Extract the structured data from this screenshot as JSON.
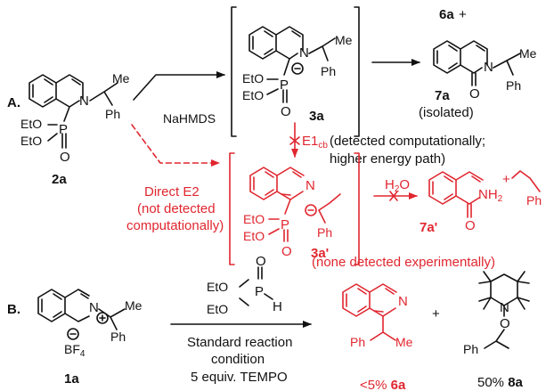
{
  "panels": {
    "a": "A.",
    "b": "B."
  },
  "compounds": {
    "c2a": "2a",
    "c3a": "3a",
    "c6a": "6a",
    "plus": "+",
    "c7a": "7a",
    "c3ap": "3a'",
    "c7ap": "7a'",
    "c1a": "1a",
    "c8a": "8a",
    "c6a_yield_pre": "<5%",
    "c6a_ref": "6a",
    "c8a_yield": "50%"
  },
  "atoms": {
    "N": "N",
    "P": "P",
    "O": "O",
    "OEt": "EtO",
    "Me": "Me",
    "Ph": "Ph",
    "H": "H",
    "NH2": "NH",
    "sub2": "2",
    "BF4": "BF",
    "sub4": "4",
    "H2O": "H",
    "H2O_sub": "2",
    "H2O_o": "O"
  },
  "labels": {
    "reagent": "NaHMDS",
    "e1cb": "E1",
    "e1cb_sub": "cb",
    "e1cb_note1": "(detected computationally;",
    "e1cb_note2": "higher energy path)",
    "isolated": "(isolated)",
    "direct_e2_1": "Direct E2",
    "direct_e2_2": "(not detected",
    "direct_e2_3": "computationally)",
    "none_detected": "(none detected experimentally)",
    "cond1": "Standard reaction",
    "cond2": "condition",
    "cond3": "5 equiv. TEMPO"
  },
  "colors": {
    "black": "#111111",
    "red": "#e0262f"
  }
}
